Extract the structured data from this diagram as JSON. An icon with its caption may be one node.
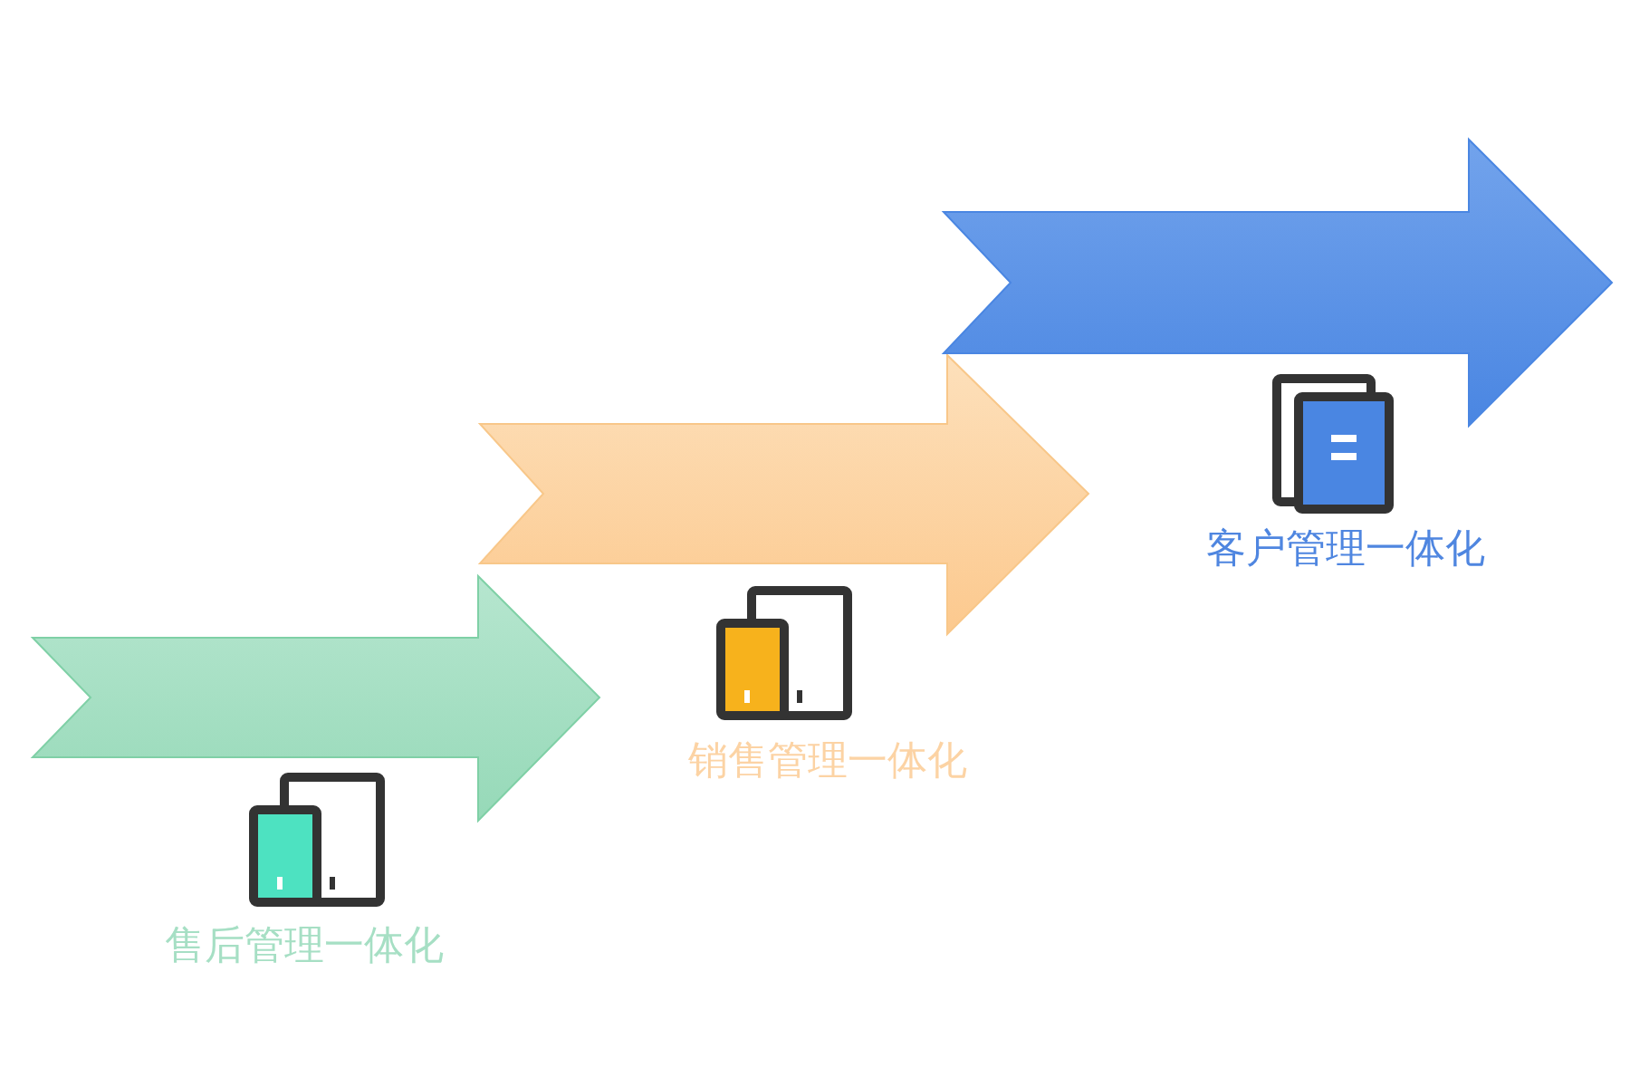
{
  "diagram": {
    "labels": [
      "售后管理一体化",
      "销售管理一体化",
      "客户管理一体化"
    ]
  }
}
